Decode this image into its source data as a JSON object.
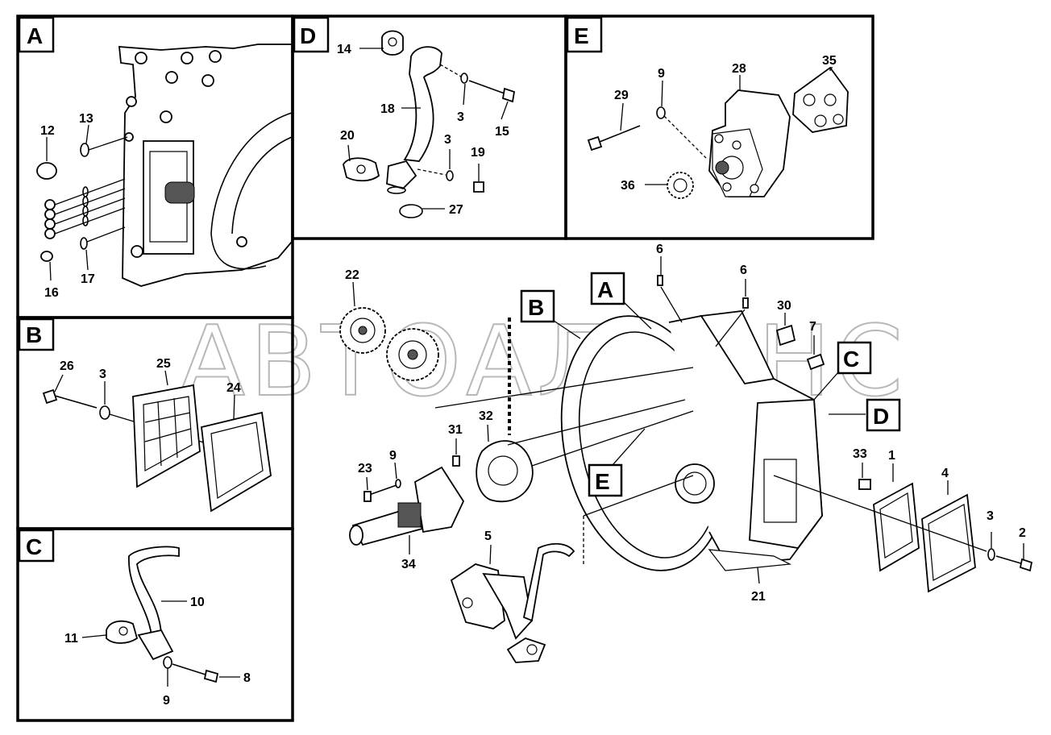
{
  "watermark": "АВТОАЛЬЯНС",
  "panels": {
    "A": {
      "badge": "A",
      "callouts": [
        "12",
        "13",
        "16",
        "17"
      ]
    },
    "B": {
      "badge": "B",
      "callouts": [
        "26",
        "3",
        "25",
        "24"
      ]
    },
    "C": {
      "badge": "C",
      "callouts": [
        "10",
        "11",
        "8",
        "9"
      ]
    },
    "D": {
      "badge": "D",
      "callouts": [
        "14",
        "18",
        "3",
        "15",
        "20",
        "3",
        "19",
        "27"
      ]
    },
    "E": {
      "badge": "E",
      "callouts": [
        "29",
        "9",
        "28",
        "35",
        "36"
      ]
    }
  },
  "main": {
    "badges": [
      "A",
      "B",
      "C",
      "D",
      "E"
    ],
    "callouts": [
      "6",
      "6",
      "30",
      "7",
      "22",
      "31",
      "32",
      "23",
      "9",
      "34",
      "5",
      "33",
      "1",
      "4",
      "3",
      "2",
      "21"
    ]
  }
}
